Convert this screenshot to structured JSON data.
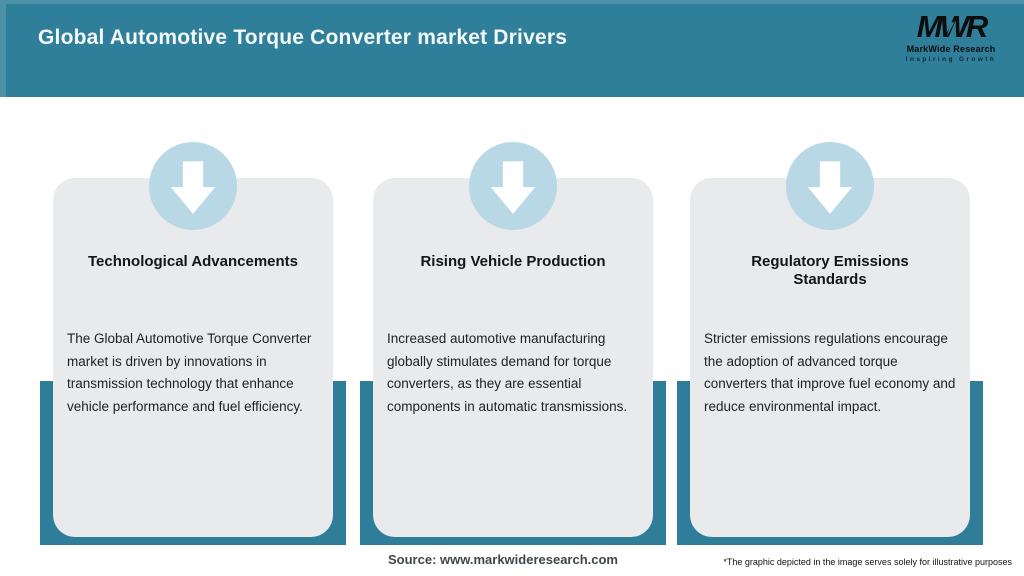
{
  "header": {
    "title": "Global Automotive Torque Converter market Drivers",
    "logo": {
      "acronym": "MWR",
      "name": "MarkWide Research",
      "tagline": "Inspiring Growth"
    }
  },
  "cards": [
    {
      "icon": "down-arrow-icon",
      "title": "Technological Advancements",
      "body": "The Global Automotive Torque Converter market is driven by innovations in transmission technology that enhance vehicle performance and fuel efficiency."
    },
    {
      "icon": "down-arrow-icon",
      "title": "Rising Vehicle Production",
      "body": "Increased automotive manufacturing globally stimulates demand for torque converters, as they are essential components in automatic transmissions."
    },
    {
      "icon": "down-arrow-icon",
      "title": "Regulatory Emissions Standards",
      "body": "Stricter emissions regulations encourage the adoption of advanced torque converters that improve fuel economy and reduce environmental impact."
    }
  ],
  "footer": {
    "source": "Source: www.markwideresearch.com",
    "disclaimer": "*The graphic depicted in the image serves solely for illustrative purposes"
  },
  "colors": {
    "header_teal": "#2f7f9a",
    "backing_teal": "#2e7d99",
    "card_gray": "#e8eaec",
    "circle_blue": "#b7d8e4",
    "arrow": "#ffffff",
    "title_text": "#f3f8f9",
    "body_text": "#1f1f1f"
  }
}
